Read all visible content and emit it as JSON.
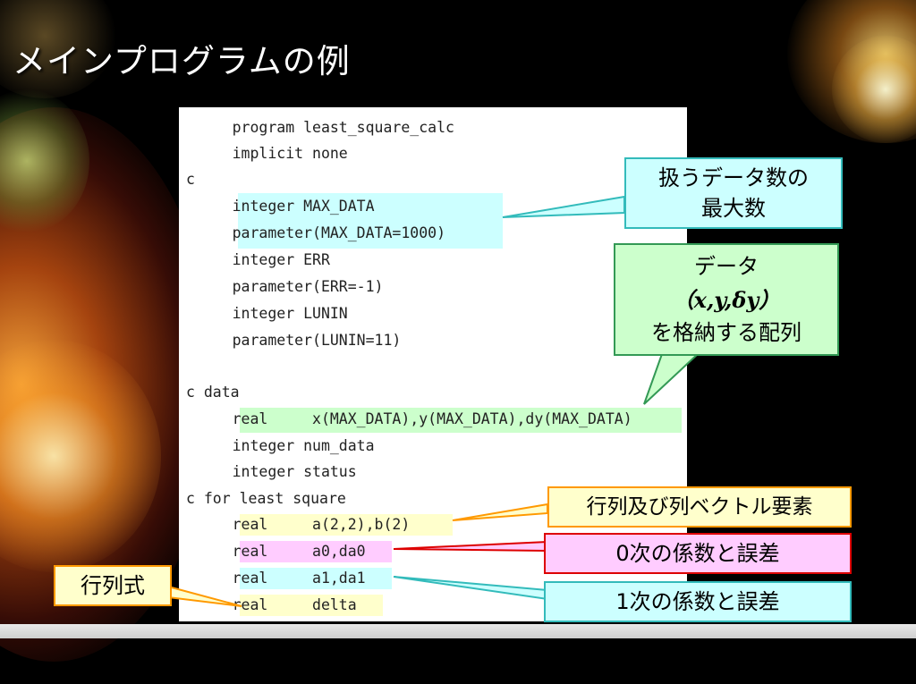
{
  "slide_title": "メインプログラムの例",
  "code_lines": [
    "      program least_square_calc",
    "      implicit none",
    "c",
    "      integer MAX_DATA",
    "      parameter(MAX_DATA=1000)",
    "      integer ERR",
    "      parameter(ERR=-1)",
    "      integer LUNIN",
    "      parameter(LUNIN=11)",
    "",
    "c data",
    "      real     x(MAX_DATA),y(MAX_DATA),dy(MAX_DATA)",
    "      integer num_data",
    "      integer status",
    "c for least square",
    "      real     a(2,2),b(2)",
    "      real     a0,da0",
    "      real     a1,da1",
    "      real     delta"
  ],
  "callouts": {
    "max_data": {
      "line1": "扱うデータ数の",
      "line2": "最大数"
    },
    "data_array": {
      "line1": "データ",
      "line2": "（x,y,δy）",
      "line3": "を格納する配列"
    },
    "matrix": "行列及び列ベクトル要素",
    "zero_order": "0次の係数と誤差",
    "first_order": "1次の係数と誤差",
    "determinant": "行列式"
  },
  "colors": {
    "cyan_fill": "#ccffff",
    "cyan_border": "#33bbbb",
    "green_fill": "#ccffcc",
    "green_border": "#339955",
    "yellow_fill": "#ffffcc",
    "orange_border": "#ff9900",
    "pink_fill": "#ffccff",
    "red_border": "#dd0000"
  }
}
